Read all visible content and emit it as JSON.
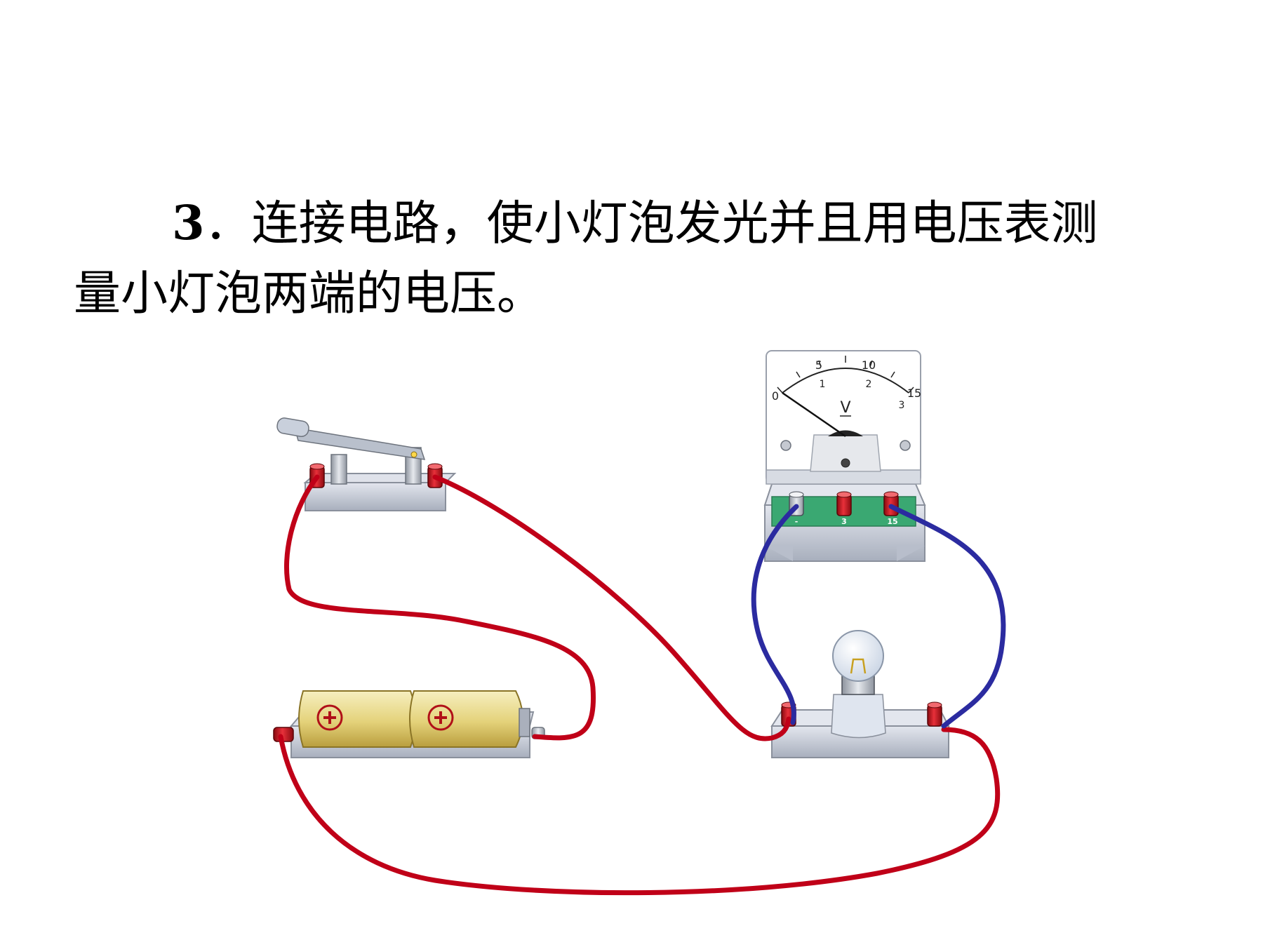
{
  "instruction": {
    "number": "3",
    "separator": "．",
    "line1_text": "连接电路，使小灯泡发光并且用电压表测",
    "line2_text": "量小灯泡两端的电压。"
  },
  "voltmeter": {
    "unit_symbol": "V",
    "scale_upper": [
      "5",
      "10",
      "15"
    ],
    "scale_lower": [
      "1",
      "2",
      "3"
    ],
    "terminals": [
      "-",
      "3",
      "15"
    ],
    "needle_reading_upper": 0
  },
  "battery": {
    "cells": [
      {
        "symbol": "+"
      },
      {
        "symbol": "+"
      }
    ]
  },
  "colors": {
    "wire_red": "#c00018",
    "wire_blue": "#2b2ba0",
    "terminal_red": "#d01820",
    "base_gray": "#c7ccd6",
    "battery_gold": "#e8d98a",
    "voltmeter_panel_green": "#3aa872"
  }
}
